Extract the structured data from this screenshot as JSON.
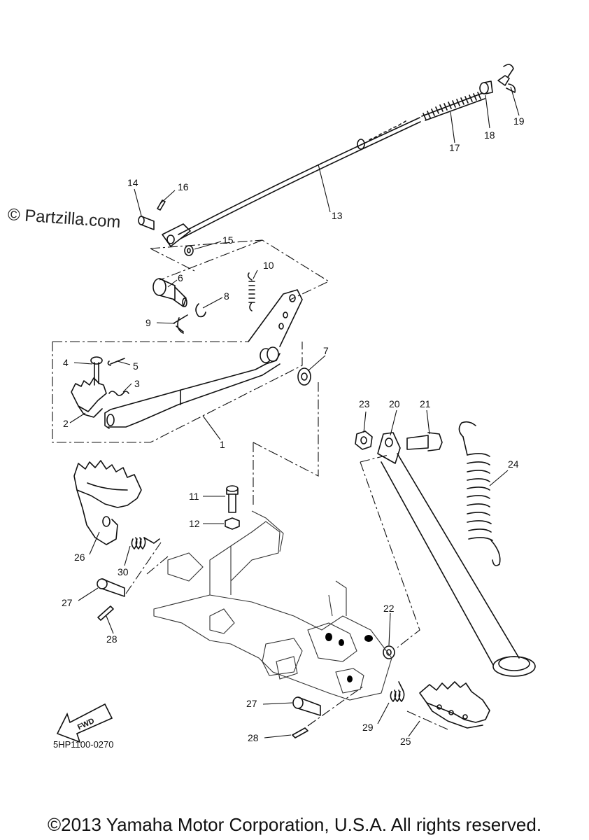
{
  "watermark": "© Partzilla.com",
  "diagram_code": "5HP1100-0270",
  "fwd_label": "FWD",
  "copyright": "©2013 Yamaha Motor Corporation, U.S.A. All rights reserved.",
  "callouts": [
    {
      "id": "c1",
      "label": "1"
    },
    {
      "id": "c2",
      "label": "2"
    },
    {
      "id": "c3",
      "label": "3"
    },
    {
      "id": "c4",
      "label": "4"
    },
    {
      "id": "c5",
      "label": "5"
    },
    {
      "id": "c6",
      "label": "6"
    },
    {
      "id": "c7",
      "label": "7"
    },
    {
      "id": "c8",
      "label": "8"
    },
    {
      "id": "c9",
      "label": "9"
    },
    {
      "id": "c10",
      "label": "10"
    },
    {
      "id": "c11",
      "label": "11"
    },
    {
      "id": "c12",
      "label": "12"
    },
    {
      "id": "c13",
      "label": "13"
    },
    {
      "id": "c14",
      "label": "14"
    },
    {
      "id": "c15",
      "label": "15"
    },
    {
      "id": "c16",
      "label": "16"
    },
    {
      "id": "c17",
      "label": "17"
    },
    {
      "id": "c18",
      "label": "18"
    },
    {
      "id": "c19",
      "label": "19"
    },
    {
      "id": "c20",
      "label": "20"
    },
    {
      "id": "c21",
      "label": "21"
    },
    {
      "id": "c22",
      "label": "22"
    },
    {
      "id": "c23",
      "label": "23"
    },
    {
      "id": "c24",
      "label": "24"
    },
    {
      "id": "c25",
      "label": "25"
    },
    {
      "id": "c26",
      "label": "26"
    },
    {
      "id": "c27a",
      "label": "27"
    },
    {
      "id": "c27b",
      "label": "27"
    },
    {
      "id": "c28a",
      "label": "28"
    },
    {
      "id": "c28b",
      "label": "28"
    },
    {
      "id": "c29",
      "label": "29"
    },
    {
      "id": "c30",
      "label": "30"
    }
  ]
}
